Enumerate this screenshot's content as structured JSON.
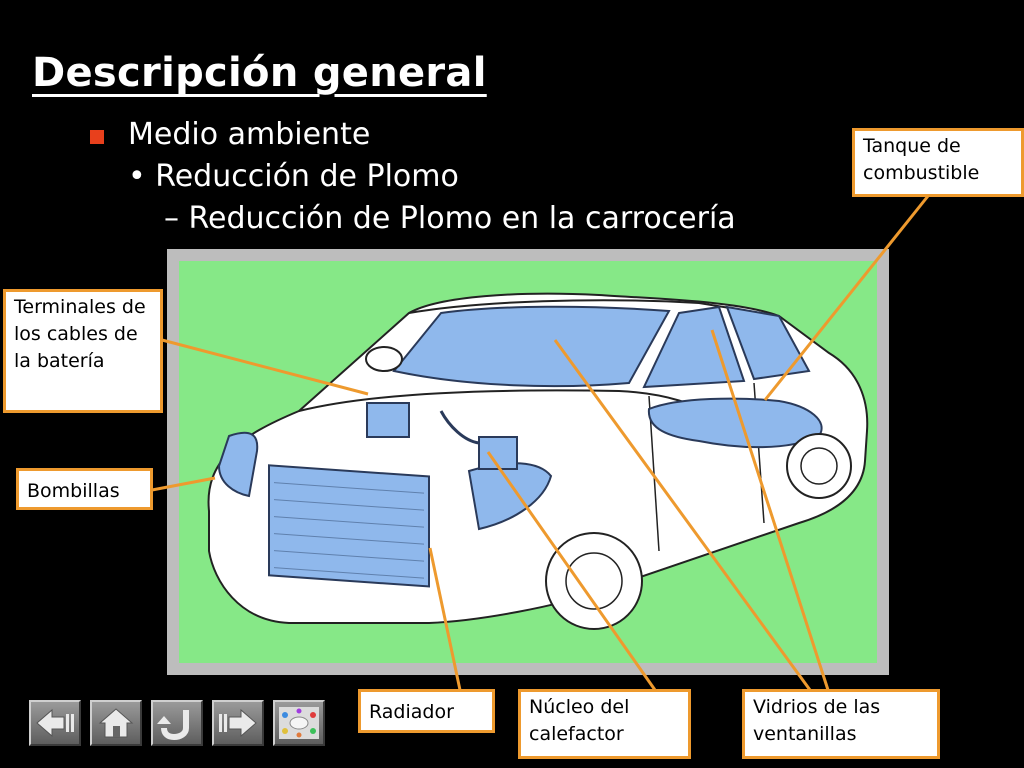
{
  "slide": {
    "title": "Descripción general",
    "bullet_1": "Medio ambiente",
    "bullet_2": "• Reducción de Plomo",
    "bullet_3": "– Reducción de Plomo en la carrocería"
  },
  "callouts": {
    "fuel_tank": "Tanque de combustible",
    "battery_terminals": "Terminales de los cables de la batería",
    "bulbs": "Bombillas",
    "radiator": "Radiador",
    "heater_core": "Núcleo del calefactor",
    "window_glass": "Vidrios de las ventanillas"
  },
  "colors": {
    "background": "#000000",
    "bullet_square": "#e8401c",
    "callout_border": "#ee9a2e",
    "figure_bg": "#86e887",
    "highlight_blue": "#8fb8ec"
  },
  "nav_icons": [
    "back-arrow-icon",
    "home-icon",
    "return-icon",
    "forward-arrow-icon",
    "menu-map-icon"
  ]
}
